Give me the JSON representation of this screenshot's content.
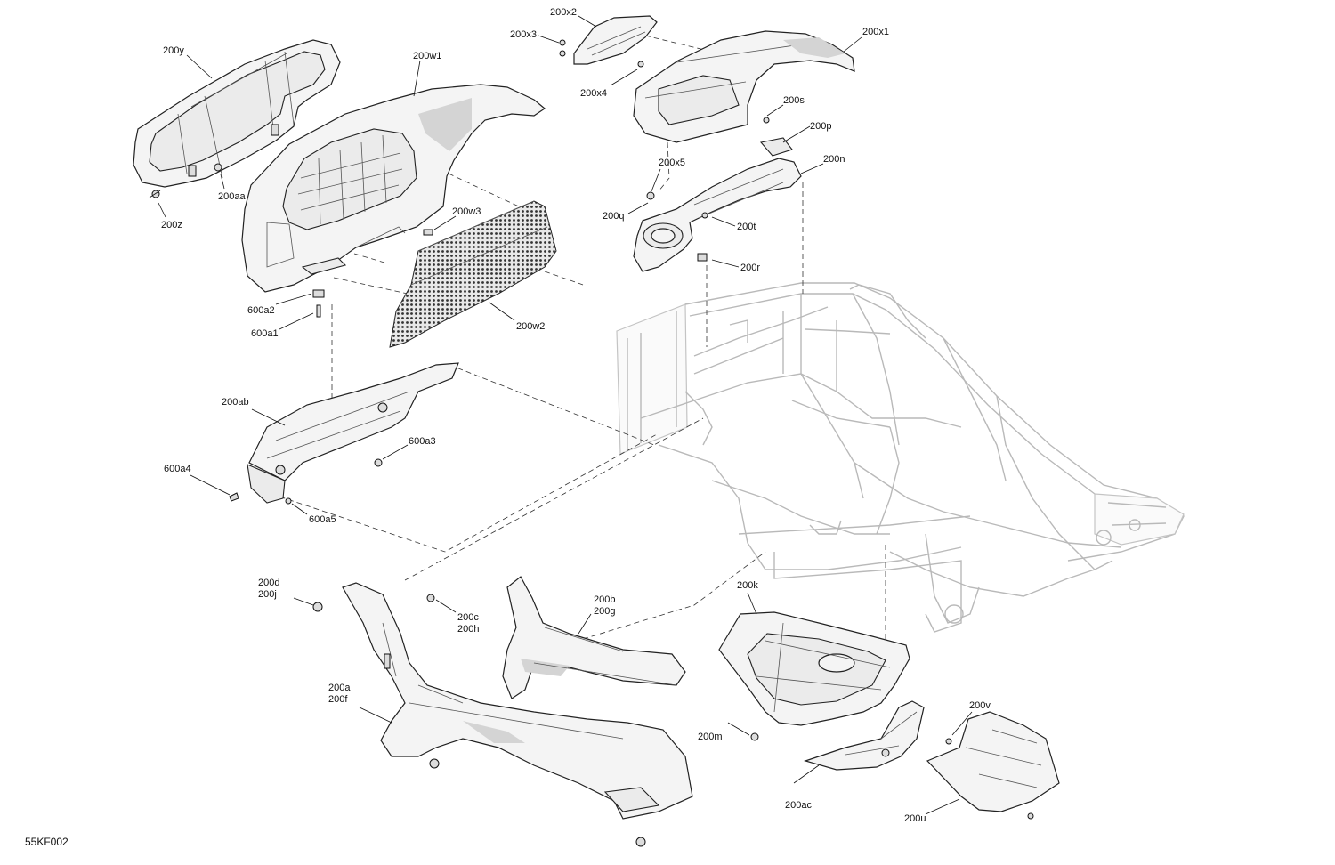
{
  "diagram": {
    "figure_code": "55KF002",
    "callouts": [
      {
        "id": "200y",
        "lines": [
          "200y"
        ]
      },
      {
        "id": "200aa",
        "lines": [
          "200aa"
        ]
      },
      {
        "id": "200z",
        "lines": [
          "200z"
        ]
      },
      {
        "id": "200w1",
        "lines": [
          "200w1"
        ]
      },
      {
        "id": "200w3",
        "lines": [
          "200w3"
        ]
      },
      {
        "id": "200w2",
        "lines": [
          "200w2"
        ]
      },
      {
        "id": "600a2",
        "lines": [
          "600a2"
        ]
      },
      {
        "id": "600a1",
        "lines": [
          "600a1"
        ]
      },
      {
        "id": "200ab",
        "lines": [
          "200ab"
        ]
      },
      {
        "id": "600a3",
        "lines": [
          "600a3"
        ]
      },
      {
        "id": "600a4",
        "lines": [
          "600a4"
        ]
      },
      {
        "id": "600a5",
        "lines": [
          "600a5"
        ]
      },
      {
        "id": "200x2",
        "lines": [
          "200x2"
        ]
      },
      {
        "id": "200x3",
        "lines": [
          "200x3"
        ]
      },
      {
        "id": "200x4",
        "lines": [
          "200x4"
        ]
      },
      {
        "id": "200x1",
        "lines": [
          "200x1"
        ]
      },
      {
        "id": "200s",
        "lines": [
          "200s"
        ]
      },
      {
        "id": "200p",
        "lines": [
          "200p"
        ]
      },
      {
        "id": "200x5",
        "lines": [
          "200x5"
        ]
      },
      {
        "id": "200n",
        "lines": [
          "200n"
        ]
      },
      {
        "id": "200q",
        "lines": [
          "200q"
        ]
      },
      {
        "id": "200t",
        "lines": [
          "200t"
        ]
      },
      {
        "id": "200r",
        "lines": [
          "200r"
        ]
      },
      {
        "id": "200dj",
        "lines": [
          "200d",
          "200j"
        ]
      },
      {
        "id": "200ch",
        "lines": [
          "200c",
          "200h"
        ]
      },
      {
        "id": "200bg",
        "lines": [
          "200b",
          "200g"
        ]
      },
      {
        "id": "200af",
        "lines": [
          "200a",
          "200f"
        ]
      },
      {
        "id": "200k",
        "lines": [
          "200k"
        ]
      },
      {
        "id": "200m",
        "lines": [
          "200m"
        ]
      },
      {
        "id": "200v",
        "lines": [
          "200v"
        ]
      },
      {
        "id": "200ac",
        "lines": [
          "200ac"
        ]
      },
      {
        "id": "200u",
        "lines": [
          "200u"
        ]
      }
    ]
  }
}
